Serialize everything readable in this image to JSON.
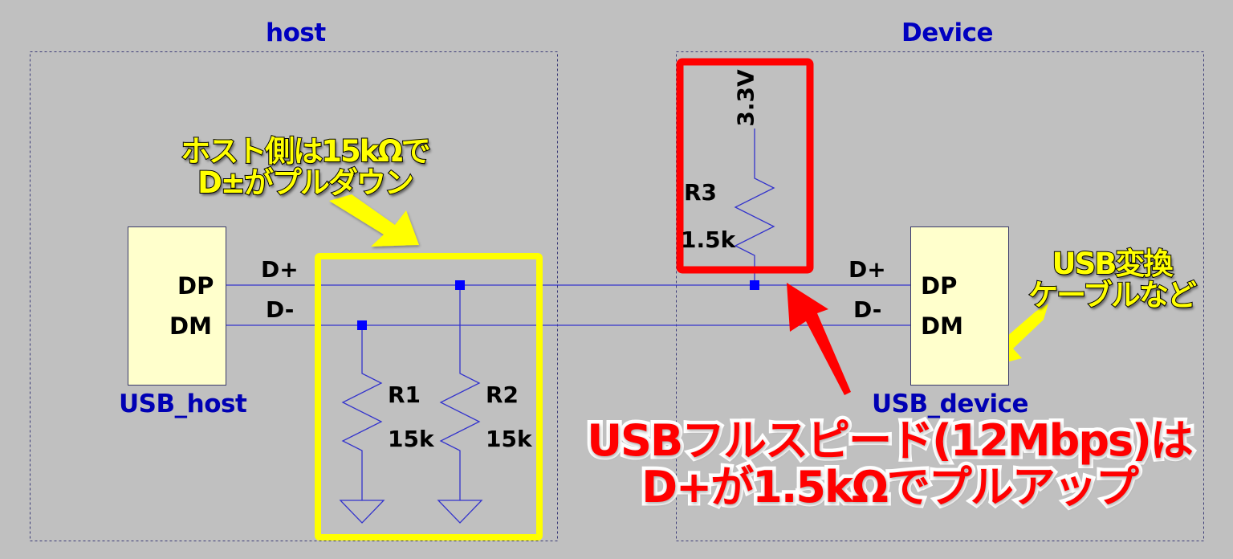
{
  "blocks": {
    "host": {
      "title": "host"
    },
    "device": {
      "title": "Device"
    }
  },
  "components": {
    "usb_host": {
      "name": "USB_host",
      "pins": [
        "DP",
        "DM"
      ]
    },
    "usb_device": {
      "name": "USB_device",
      "pins": [
        "DP",
        "DM"
      ]
    },
    "resistors": [
      {
        "ref": "R1",
        "value": "15k",
        "connection": "D-",
        "to": "GND"
      },
      {
        "ref": "R2",
        "value": "15k",
        "connection": "D+",
        "to": "GND"
      },
      {
        "ref": "R3",
        "value": "1.5k",
        "connection": "D+",
        "to": "3.3V"
      }
    ],
    "supply": {
      "label": "3.3V"
    }
  },
  "nets": {
    "host_dplus": "D+",
    "host_dminus": "D-",
    "device_dplus": "D+",
    "device_dminus": "D-"
  },
  "annotations": {
    "host_pulldown": {
      "lines": [
        "ホスト側は15kΩで",
        "D±がプルダウン"
      ],
      "color": "#ffff00"
    },
    "device_cable": {
      "lines": [
        "USB変換",
        "ケーブルなど"
      ],
      "color": "#ffff00"
    },
    "fullspeed_pullup": {
      "lines": [
        "USBフルスピード(12Mbps)は",
        "D+が1.5kΩでプルアップ"
      ],
      "color": "#ff0000"
    }
  },
  "colors": {
    "background": "#c0c0c0",
    "wire": "#3333cc",
    "junction": "#0000ff",
    "chip_fill": "#ffffcc",
    "block_title": "#0000c0",
    "highlight_host": "#ffff00",
    "highlight_device": "#ff0000"
  }
}
